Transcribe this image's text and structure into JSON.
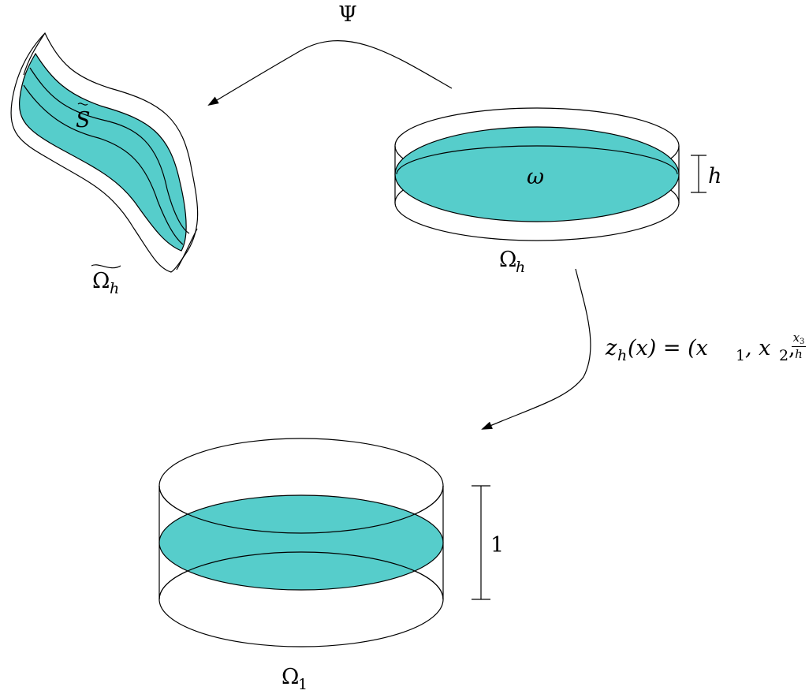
{
  "colors": {
    "fill": "#56cdcb",
    "stroke": "#000000",
    "background": "#ffffff"
  },
  "labels": {
    "psi": "Ψ",
    "s_tilde": "S",
    "omega_h_tilde": "Ω",
    "omega_h_tilde_sub": "h",
    "omega_small": "ω",
    "h_mark": "h",
    "omega_h": "Ω",
    "omega_h_sub": "h",
    "map_z": "z",
    "map_z_sub": "h",
    "map_lhs_rest": "(x) = (x",
    "map_x1_sub": "1",
    "map_mid1": ", x",
    "map_x2_sub": "2",
    "map_mid2": ",",
    "frac_num_x": "x",
    "frac_num_sub": "3",
    "frac_den": "h",
    "map_close": ")",
    "one_mark": "1",
    "omega_1": "Ω",
    "omega_1_sub": "1"
  }
}
